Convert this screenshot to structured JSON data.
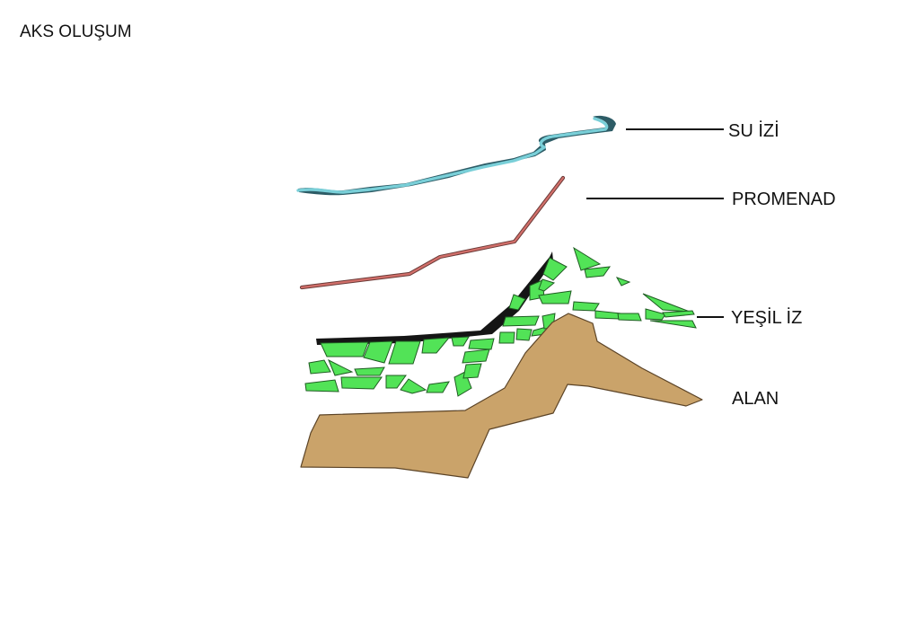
{
  "title": "AKS OLUŞUM",
  "layers": [
    {
      "id": "su-izi",
      "label": "SU İZİ",
      "color": "#79cfd8",
      "stroke": "#2d5c66"
    },
    {
      "id": "promenad",
      "label": "PROMENAD",
      "color": "#d26f6a",
      "stroke": "#6a3a37"
    },
    {
      "id": "yesil-iz",
      "label": "YEŞİL İZ",
      "color": "#52e357",
      "stroke": "#1f5c22"
    },
    {
      "id": "alan",
      "label": "ALAN",
      "color": "#caa36a",
      "stroke": "#5b4326"
    }
  ]
}
